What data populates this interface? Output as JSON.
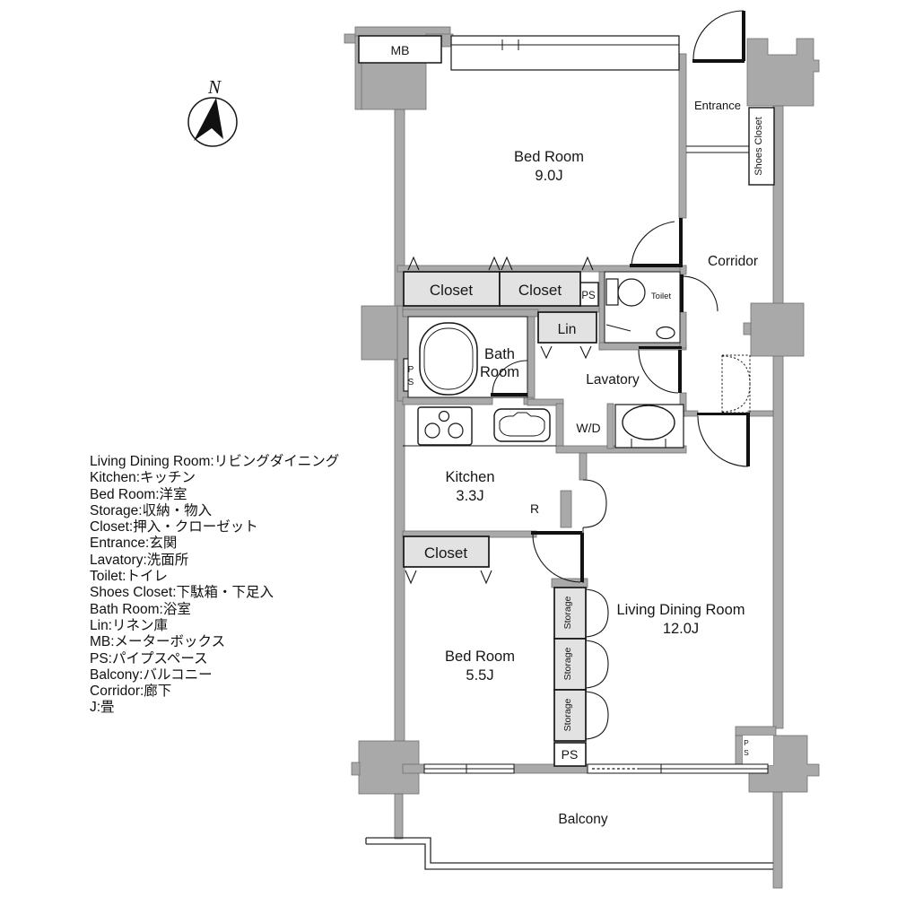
{
  "colors": {
    "wall": "#a9a9a9",
    "wallstroke": "#6e6e6e",
    "closet": "#e2e2e2",
    "line": "#161616"
  },
  "compass": {
    "north": "N"
  },
  "rooms": {
    "bedroom9": {
      "name": "Bed Room",
      "size": "9.0J"
    },
    "bedroom55": {
      "name": "Bed Room",
      "size": "5.5J"
    },
    "living": {
      "name": "Living Dining Room",
      "size": "12.0J"
    },
    "kitchen": {
      "name": "Kitchen",
      "size": "3.3J"
    },
    "corridor": {
      "name": "Corridor"
    },
    "entrance": {
      "name": "Entrance"
    },
    "lavatory": {
      "name": "Lavatory"
    },
    "toilet": {
      "name": "Toilet"
    },
    "bath": {
      "line1": "Bath",
      "line2": "Room"
    },
    "balcony": {
      "name": "Balcony"
    }
  },
  "fixtures": {
    "mb": "MB",
    "ps": "PS",
    "ps_p": "P",
    "ps_s": "S",
    "lin": "Lin",
    "shoes_closet": "Shoes Closet",
    "closet": "Closet",
    "storage": "Storage",
    "washer_dryer": "W/D",
    "fridge": "R"
  },
  "legend": {
    "items": [
      "Living Dining Room:リビングダイニング",
      "Kitchen:キッチン",
      "Bed Room:洋室",
      "Storage:収納・物入",
      "Closet:押入・クローゼット",
      "Entrance:玄関",
      "Lavatory:洗面所",
      "Toilet:トイレ",
      "Shoes Closet:下駄箱・下足入",
      "Bath Room:浴室",
      "Lin:リネン庫",
      "MB:メーターボックス",
      "PS:パイプスペース",
      "Balcony:バルコニー",
      "Corridor:廊下",
      "J:畳"
    ]
  }
}
